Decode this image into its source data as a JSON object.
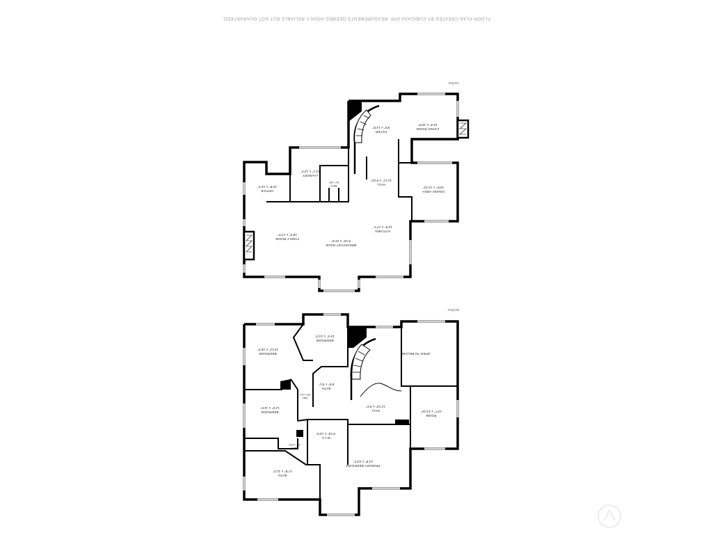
{
  "disclaimer": "FLOOR PLAN CREATED BY CUBICASA APP. MEASUREMENTS DEEMED HIGHLY RELIABLE BUT NOT GUARANTEED.",
  "floors": [
    {
      "label": "1st floor",
      "rooms": [
        {
          "name": "LIVING ROOM",
          "dims": "16'3\" x 15'8\""
        },
        {
          "name": "FOYER",
          "dims": "9'5\" x 14'8\""
        },
        {
          "name": "HALL",
          "dims": "11'11\" x 8'10\""
        },
        {
          "name": "DINING AREA",
          "dims": "10'8\" x 13'10\""
        },
        {
          "name": "LAUNDRY",
          "dims": "13'1\" x 12'2\""
        },
        {
          "name": "BATH",
          "dims": "6'1\" x 8'0\""
        },
        {
          "name": "OFFICE",
          "dims": "10'8\" x 12'4\""
        },
        {
          "name": "KITCHEN",
          "dims": "12'8\" x 17'1\""
        },
        {
          "name": "BREAKFAST NOOK",
          "dims": "8'10\" x 21'5\""
        },
        {
          "name": "FAMILY ROOM",
          "dims": "18'3\" x 17'0\""
        }
      ]
    },
    {
      "label": "2nd floor",
      "rooms": [
        {
          "name": "OPEN TO BELOW",
          "dims": ""
        },
        {
          "name": "BEDROOM",
          "dims": "10'4\" x 14'3\""
        },
        {
          "name": "BEDROOM",
          "dims": "13'11\" x 15'2\""
        },
        {
          "name": "BATH",
          "dims": "8'6\" x 8'1\""
        },
        {
          "name": "HALL",
          "dims": "3'3\" x 11'1\""
        },
        {
          "name": "HALL",
          "dims": "12'10\" x 9'6\""
        },
        {
          "name": "ROOM",
          "dims": "13'7\" x 13'10\""
        },
        {
          "name": "BEDROOM",
          "dims": "12'2\" x 11'6\""
        },
        {
          "name": "W.I.C.",
          "dims": "8'10\" x 10'6\""
        },
        {
          "name": "BATH",
          "dims": "6'0\" x 5'10\""
        },
        {
          "name": "PRIMARY BEDROOM",
          "dims": "21'8\" x 23'3\""
        },
        {
          "name": "BATH",
          "dims": "17'8\" x 11'3\""
        }
      ]
    }
  ]
}
